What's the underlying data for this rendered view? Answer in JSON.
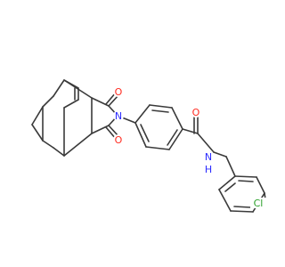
{
  "molecule": {
    "atoms": [
      {
        "id": "o-upper",
        "symbol": "O",
        "color": "#ff2a1f"
      },
      {
        "id": "o-lower",
        "symbol": "O",
        "color": "#ff2a1f"
      },
      {
        "id": "n-imide",
        "symbol": "N",
        "color": "#2b2bff"
      },
      {
        "id": "o-amide",
        "symbol": "O",
        "color": "#ff2a1f"
      },
      {
        "id": "nh-amide",
        "symbol": "N",
        "color": "#2b2bff"
      },
      {
        "id": "h-amide",
        "symbol": "H",
        "color": "#2b2bff"
      },
      {
        "id": "cl",
        "symbol": "Cl",
        "color": "#2aa02a"
      }
    ],
    "bond_color": "#3a3a3a"
  }
}
